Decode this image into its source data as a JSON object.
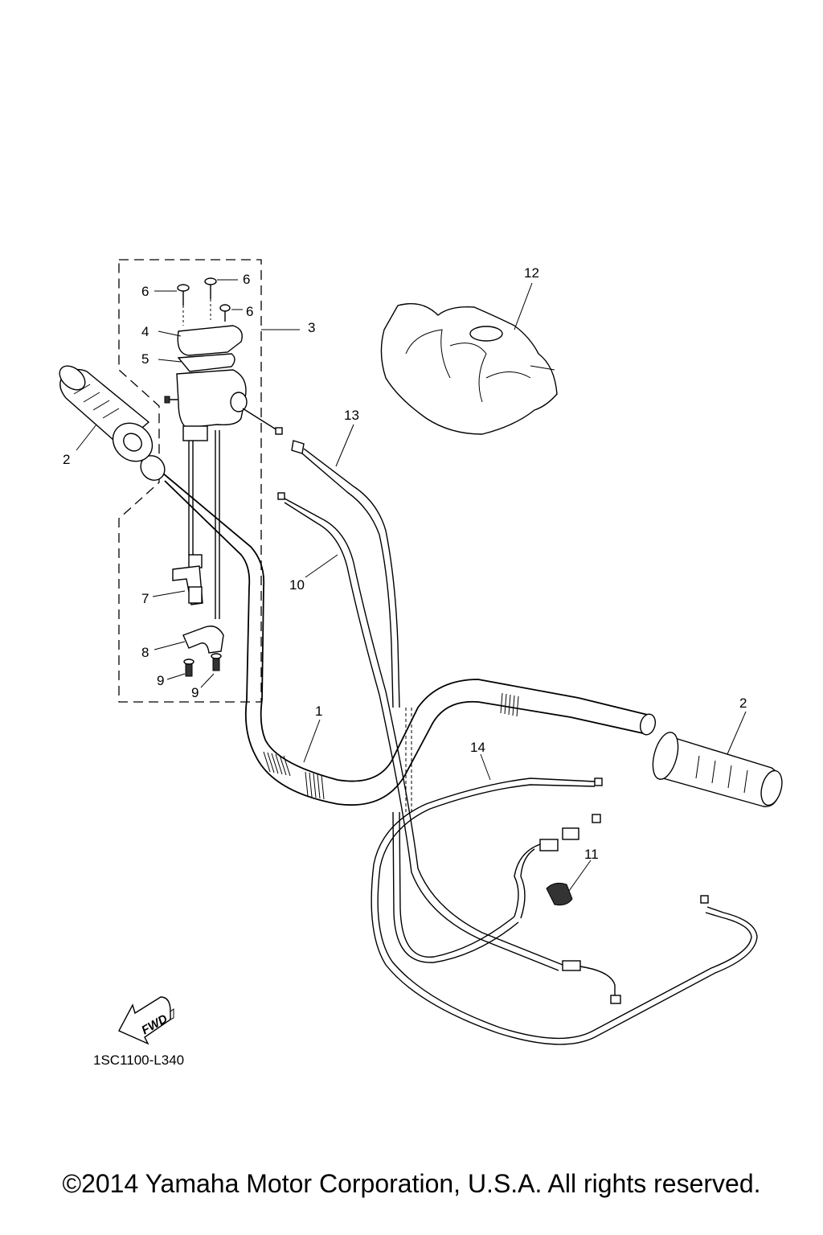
{
  "callouts": {
    "bar_1": "1",
    "grip_left_2": "2",
    "grip_right_2": "2",
    "housing_3": "3",
    "cover_4": "4",
    "gasket_5": "5",
    "screw_6a": "6",
    "screw_6b": "6",
    "screw_6c": "6",
    "lever_7": "7",
    "clamp_8": "8",
    "screw_9a": "9",
    "screw_9b": "9",
    "cable_10": "10",
    "clip_11": "11",
    "pad_12": "12",
    "cable_13": "13",
    "cable_14": "14"
  },
  "fwd_label": "FWD",
  "diagram_code": "1SC1100-L340",
  "copyright": "©2014 Yamaha Motor Corporation, U.S.A. All rights reserved."
}
